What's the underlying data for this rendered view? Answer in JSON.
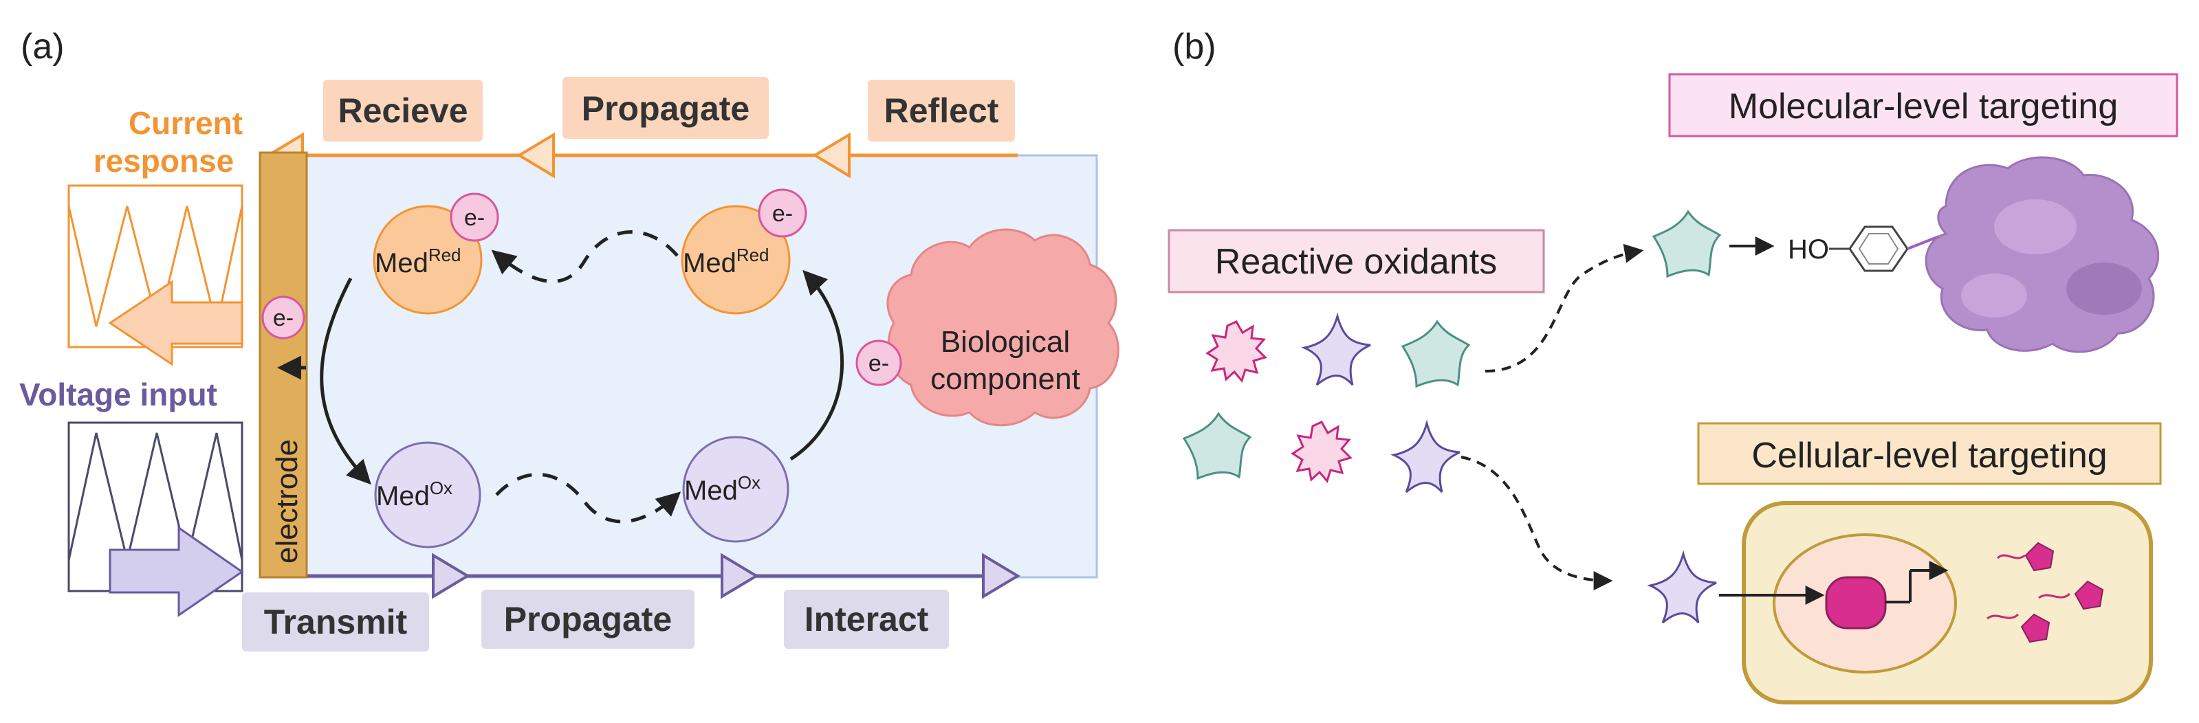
{
  "panel_a": {
    "letter": "(a)",
    "top_labels": [
      "Recieve",
      "Propagate",
      "Reflect"
    ],
    "bottom_labels": [
      "Transmit",
      "Propagate",
      "Interact"
    ],
    "current_response": [
      "Current",
      "response"
    ],
    "voltage_input": "Voltage input",
    "electrode": "electrode",
    "electron": "e-",
    "med_base": "Med",
    "med_red_sup": "Red",
    "med_ox_sup": "Ox",
    "biological": [
      "Biological",
      "component"
    ],
    "colors": {
      "orange": "#f39433",
      "purple": "#6a5a9e",
      "blue_bg": "#e8f0fb",
      "electrode": "#e0ad5a",
      "pink": "#f2a7a7"
    }
  },
  "panel_b": {
    "letter": "(b)",
    "reactive": "Reactive oxidants",
    "molecular": "Molecular-level targeting",
    "cellular": "Cellular-level targeting",
    "ho": "HO",
    "colors": {
      "pink_box": "#fbe3ec",
      "peach_box": "#fbe6c9",
      "protein": "#b58fcc",
      "cell_border": "#c19a3a",
      "cell_fill": "#f7eccb"
    }
  }
}
